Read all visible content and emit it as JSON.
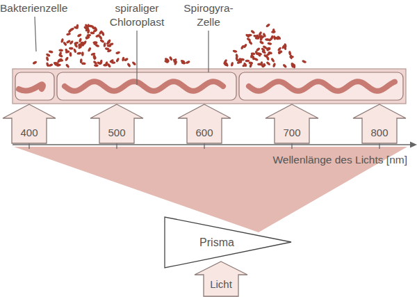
{
  "diagram": {
    "nodes": [
      {
        "text": [
          "400"
        ]
      },
      {
        "text": [
          "500"
        ]
      },
      {
        "text": [
          "600"
        ]
      },
      {
        "text": [
          "700"
        ]
      },
      {
        "text": [
          "800"
        ]
      },
      {
        "text": [
          "Prisma"
        ]
      },
      {
        "text": [
          "Licht"
        ]
      }
    ],
    "labels": [
      "Bakterienzelle",
      "spiraliger Chloroplast",
      "Spirogyra- Zelle",
      "Wellenlänge des Lichts [nm]"
    ]
  }
}
